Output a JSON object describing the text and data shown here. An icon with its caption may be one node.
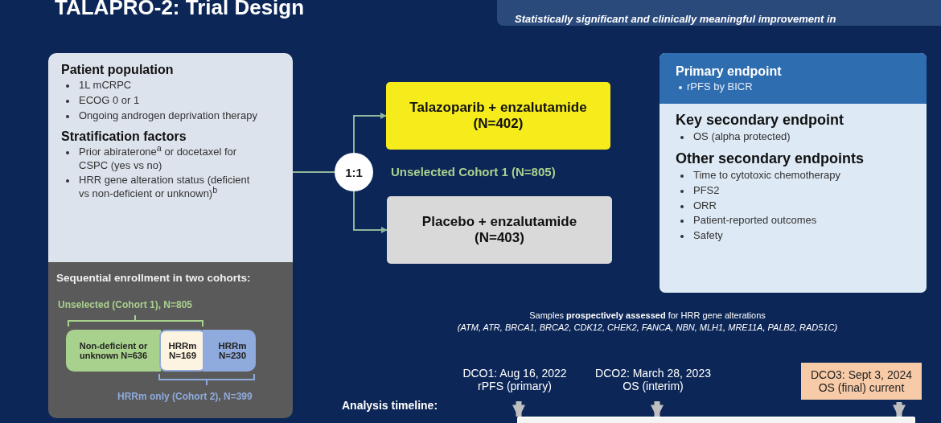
{
  "diagram": {
    "title": "TALAPRO-2: Trial Design",
    "nodes": [
      {
        "text": [
          "Patient population",
          "1L mCRPC",
          "ECOG 0 or 1",
          "Ongoing androgen deprivation therapy",
          "Stratification factors",
          "Prior abiraterone$^{a}$ or docetaxel for CSPC (yes vs no)",
          "HRR gene alteration status (deficient vs non-deficient or unknown)$^{b}$"
        ]
      },
      {
        "text": [
          "Sequential enrollment in two cohorts:",
          "Unselected (Cohort 1), N=805",
          "HRRm only (Cohort 2), N=399"
        ]
      },
      {
        "text": [
          "Non-deficient or unknown N=636"
        ],
        "in": 1
      },
      {
        "text": [
          "HRRm N=169"
        ],
        "in": 1
      },
      {
        "text": [
          "HRRm N=230"
        ],
        "in": 1
      },
      {
        "text": [
          "1:1"
        ]
      },
      {
        "text": [
          "Talazoparib + enzalutamide (N=402)"
        ]
      },
      {
        "text": [
          "Placebo + enzalutamide (N=403)"
        ]
      },
      {
        "text": [
          "Primary endpoint",
          "rPFS by BICR",
          "Key secondary endpoint",
          "OS (alpha protected)",
          "Other secondary endpoints",
          "Time to cytotoxic chemotherapy",
          "PFS2",
          "ORR",
          "Patient-reported outcomes",
          "Safety"
        ]
      },
      {
        "text": [
          "DCO1: Aug 16, 2022",
          "rPFS (primary)"
        ]
      },
      {
        "text": [
          "DCO2: March 28, 2023",
          "OS (interim)"
        ]
      },
      {
        "text": [
          "DCO3: Sept 3, 2024",
          "OS (final) current"
        ]
      },
      {
        "text": [],
        "shape": "bar"
      }
    ],
    "edges": [
      {
        "from": 0,
        "to": 5,
        "arrow": "none"
      },
      {
        "from": 5,
        "to": 6,
        "arrow": "to"
      },
      {
        "from": 5,
        "to": 7,
        "arrow": "to"
      },
      {
        "from": 9,
        "to": 12,
        "arrow": "to",
        "style": "thick",
        "color": "#bfbfbf"
      },
      {
        "from": 10,
        "to": 12,
        "arrow": "to",
        "style": "thick",
        "color": "#bfbfbf"
      },
      {
        "from": 11,
        "to": 12,
        "arrow": "to",
        "style": "thick",
        "color": "#bfbfbf"
      }
    ],
    "labels": [
      "Statistically significant and clinically meaningful improvement in",
      "Unselected Cohort 1 (N=805)",
      "Samples **prospectively assessed** for HRR gene alterations",
      "(ATM, ATR, BRCA1, BRCA2, CDK12, CHEK2, FANCA, NBN, MLH1, MRE11A, PALB2, RAD51C)",
      "Analysis timeline:"
    ]
  }
}
